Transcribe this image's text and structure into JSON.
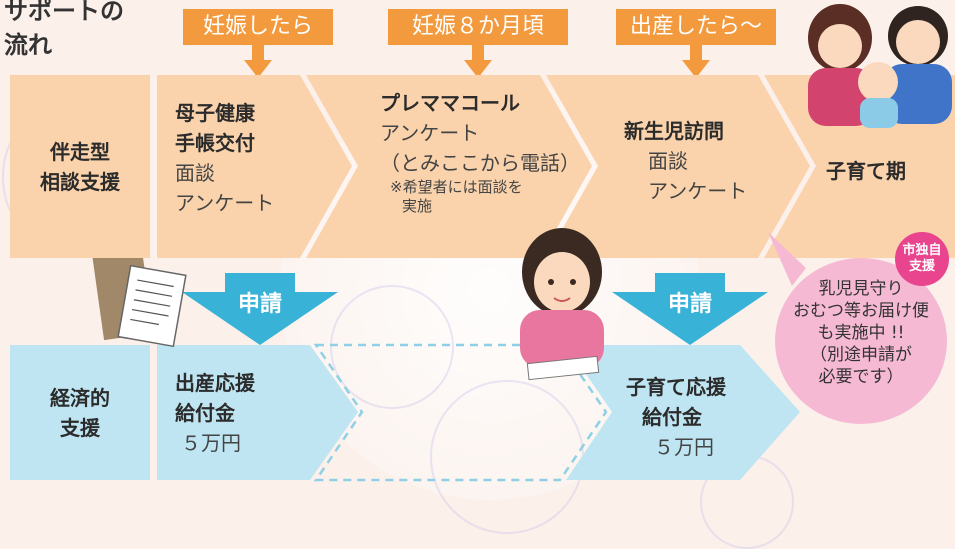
{
  "title": {
    "line1": "サポートの",
    "line2": "流れ"
  },
  "stages": [
    {
      "label": "妊娠したら"
    },
    {
      "label": "妊娠８か月頃"
    },
    {
      "label": "出産したら～"
    }
  ],
  "consult_row": {
    "label_line1": "伴走型",
    "label_line2": "相談支援",
    "steps": [
      {
        "bold1": "母子健康",
        "bold2": "手帳交付",
        "line1": "面談",
        "line2": "アンケート"
      },
      {
        "bold1": "プレママコール",
        "line1": "アンケート",
        "line2": "（とみここから電話）",
        "note1": "※希望者には面談を",
        "note2": "実施"
      },
      {
        "bold1": "新生児訪問",
        "line1": "面談",
        "line2": "アンケート"
      },
      {
        "bold1": "子育て期"
      }
    ]
  },
  "apply_label_left": "申請",
  "apply_label_right": "申請",
  "finance_row": {
    "label_line1": "経済的",
    "label_line2": "支援",
    "items": [
      {
        "bold1": "出産応援",
        "bold2": "給付金",
        "amount": "５万円"
      },
      {
        "bold1": "子育て応援",
        "bold2": "給付金",
        "amount": "５万円"
      }
    ]
  },
  "city_support": {
    "badge_line1": "市独自",
    "badge_line2": "支援",
    "line1": "乳児見守り",
    "line2": "おむつ等お届け便",
    "line3": "も実施中 !!",
    "line4": "（別途申請が",
    "line5": "必要です）"
  },
  "colors": {
    "orange_tag": "#f39a3e",
    "orange_row": "#fad3ac",
    "blue_row": "#bfe5f2",
    "blue_arrow": "#39b2d8",
    "pink_bubble": "#f6b9d3",
    "badge_pink": "#e8458e"
  }
}
